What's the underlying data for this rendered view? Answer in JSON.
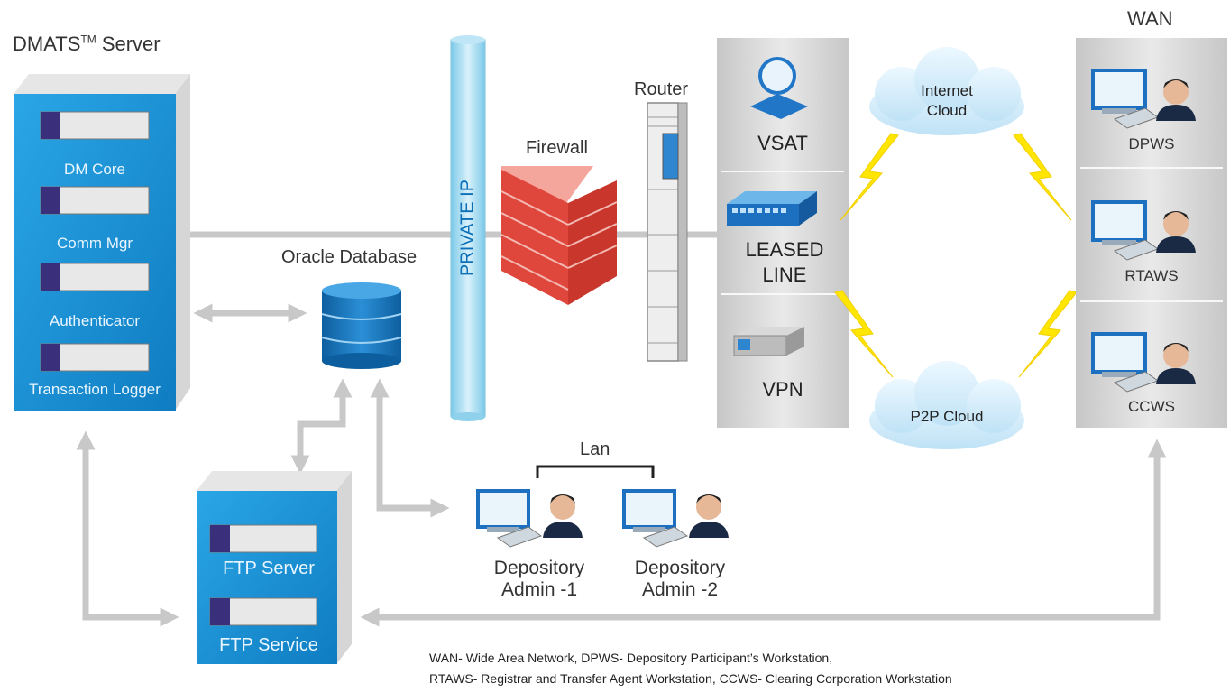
{
  "diagram": {
    "server_title": "DMATS",
    "server_title_tm": "TM",
    "server_title_suffix": " Server",
    "wan_label": "WAN",
    "server_modules": [
      "DM Core",
      "Comm Mgr",
      "Authenticator",
      "Transaction Logger"
    ],
    "database_label": "Oracle Database",
    "private_ip_label": "PRIVATE IP",
    "firewall_label": "Firewall",
    "router_label": "Router",
    "links": [
      "VSAT",
      "LEASED LINE",
      "VPN"
    ],
    "clouds": [
      "Internet Cloud",
      "P2P Cloud"
    ],
    "workstations": [
      "DPWS",
      "RTAWS",
      "CCWS"
    ],
    "lan_label": "Lan",
    "admins": [
      "Depository Admin -1",
      "Depository Admin -2"
    ],
    "ftp_modules": [
      "FTP Server",
      "FTP Service"
    ],
    "footnote_line1": "WAN- Wide Area Network, DPWS- Depository Participant’s Workstation,",
    "footnote_line2": "RTAWS- Registrar and Transfer Agent Workstation, CCWS- Clearing Corporation Workstation",
    "colors": {
      "server_blue": "#1e96d8",
      "connector_gray": "#c8c8c8",
      "lightning": "#ffe600",
      "cloud": "#d2ecfa",
      "firewall": "#e0473c"
    }
  }
}
